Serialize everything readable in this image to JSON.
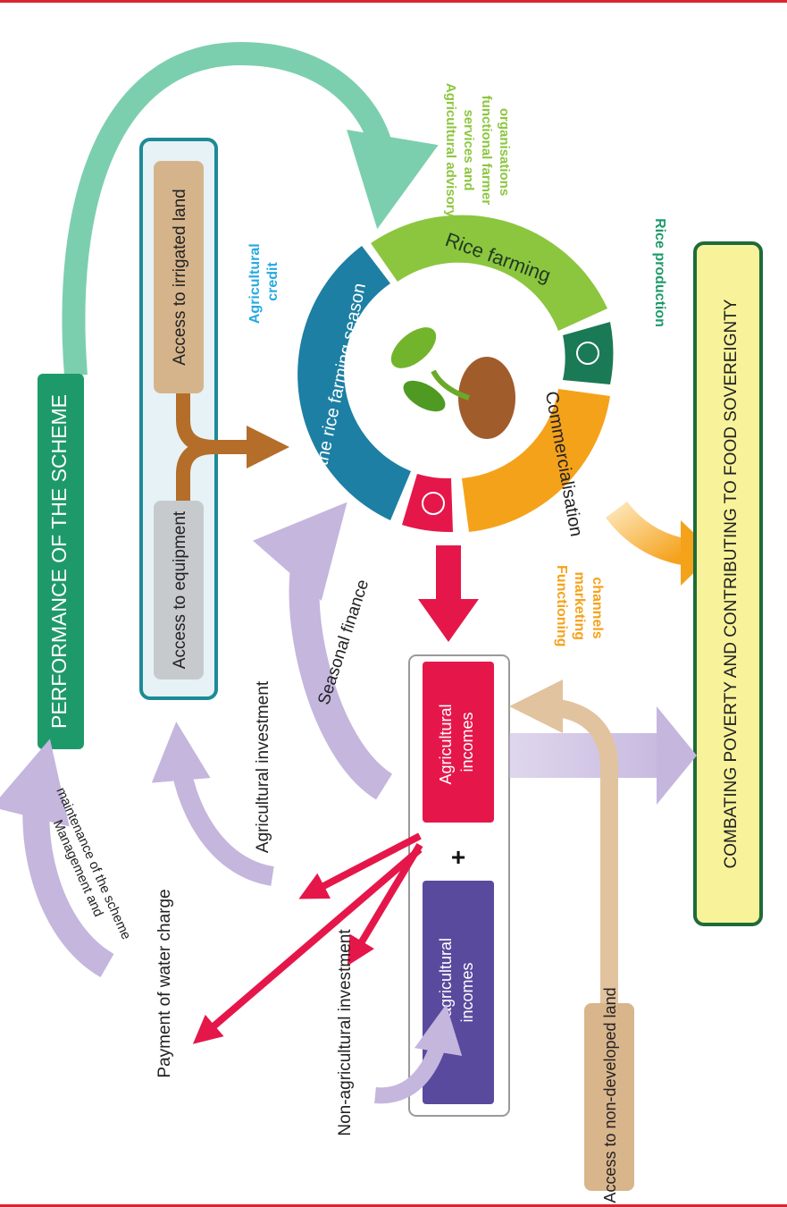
{
  "labels": {
    "performance": "PERFORMANCE OF THE SCHEME",
    "access_irrigated_land": "Access to irrigated land",
    "access_equipment": "Access to equipment",
    "agricultural_credit": [
      "Agricultural",
      "credit"
    ],
    "advisory": [
      "Agricultural advisory",
      "services and",
      "functional farmer",
      "organisations"
    ],
    "rice_farming": "Rice farming",
    "rice_production": "Rice production",
    "preparing_season": "Preparing the rice farming season",
    "commercialisation": "Commercialisation",
    "marketing_channels": [
      "Functioning",
      "marketing",
      "channels"
    ],
    "combating": "COMBATING POVERTY AND CONTRIBUTING TO FOOD SOVEREIGNTY",
    "seasonal_finance": "Seasonal finance",
    "agricultural_investment": "Agricultural investment",
    "agricultural_incomes": [
      "Agricultural",
      "incomes"
    ],
    "non_agricultural_incomes": [
      "Non-agricultural",
      "incomes"
    ],
    "plus": "+",
    "access_non_developed": "Access to non-developed land",
    "management": [
      "Management and",
      "maintenance of the scheme"
    ],
    "payment_water": "Payment of water charge",
    "non_agricultural_investment": "Non-agricultural investment"
  },
  "colors": {
    "rule": "#d8262f",
    "green_dark": "#1e9a6a",
    "green_light": "#8cc63f",
    "teal_blue": "#1d7fa3",
    "orange": "#f5a21b",
    "red": "#e5174a",
    "purple": "#b6a3d4",
    "violet": "#5a4a9e",
    "tan": "#d9b58c",
    "brown": "#b46e2a",
    "yellow": "#f8f39a",
    "sky": "#26a9e0",
    "mint": "#7ccfae"
  }
}
